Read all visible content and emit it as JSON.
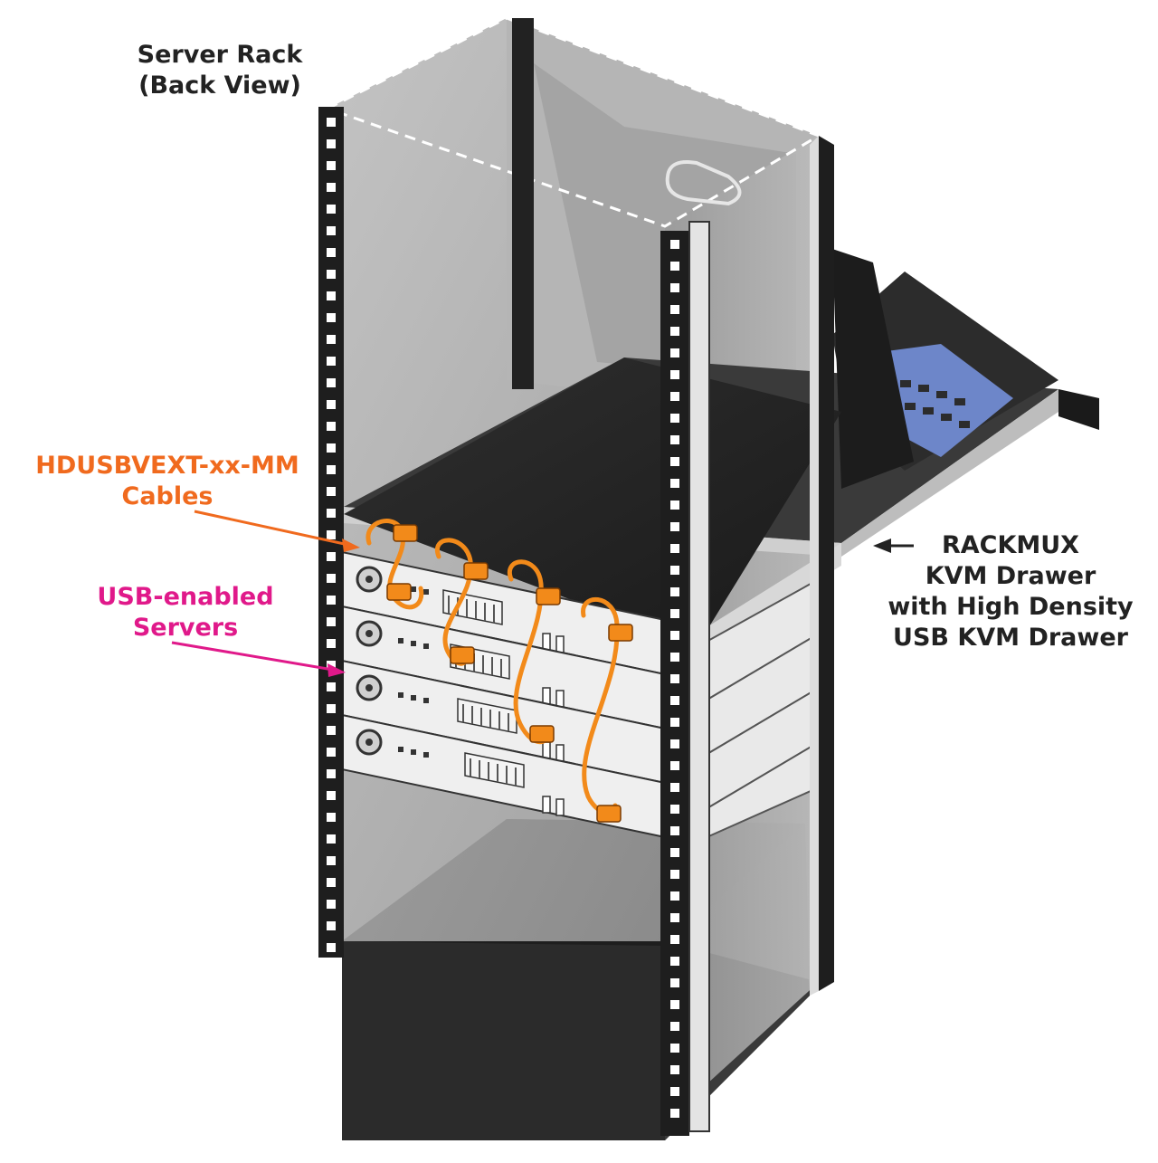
{
  "labels": {
    "rack": {
      "line1": "Server Rack",
      "line2": "(Back View)"
    },
    "cables": {
      "line1": "HDUSBVEXT-xx-MM",
      "line2": "Cables"
    },
    "servers": {
      "line1": "USB-enabled",
      "line2": "Servers"
    },
    "drawer": {
      "line1": "RACKMUX",
      "line2": "KVM Drawer",
      "line3": "with High Density",
      "line4": "USB KVM Drawer"
    }
  },
  "colors": {
    "cables_label": "#f06a1e",
    "servers_label": "#e0198a",
    "rack_label": "#222222",
    "drawer_label": "#222222",
    "cable": "#f28a1a",
    "rack_frame": "#1e1e1e",
    "glass": "#a9a9a9",
    "server_face": "#efefef",
    "base": "#2b2b2b"
  },
  "server_count": 4
}
